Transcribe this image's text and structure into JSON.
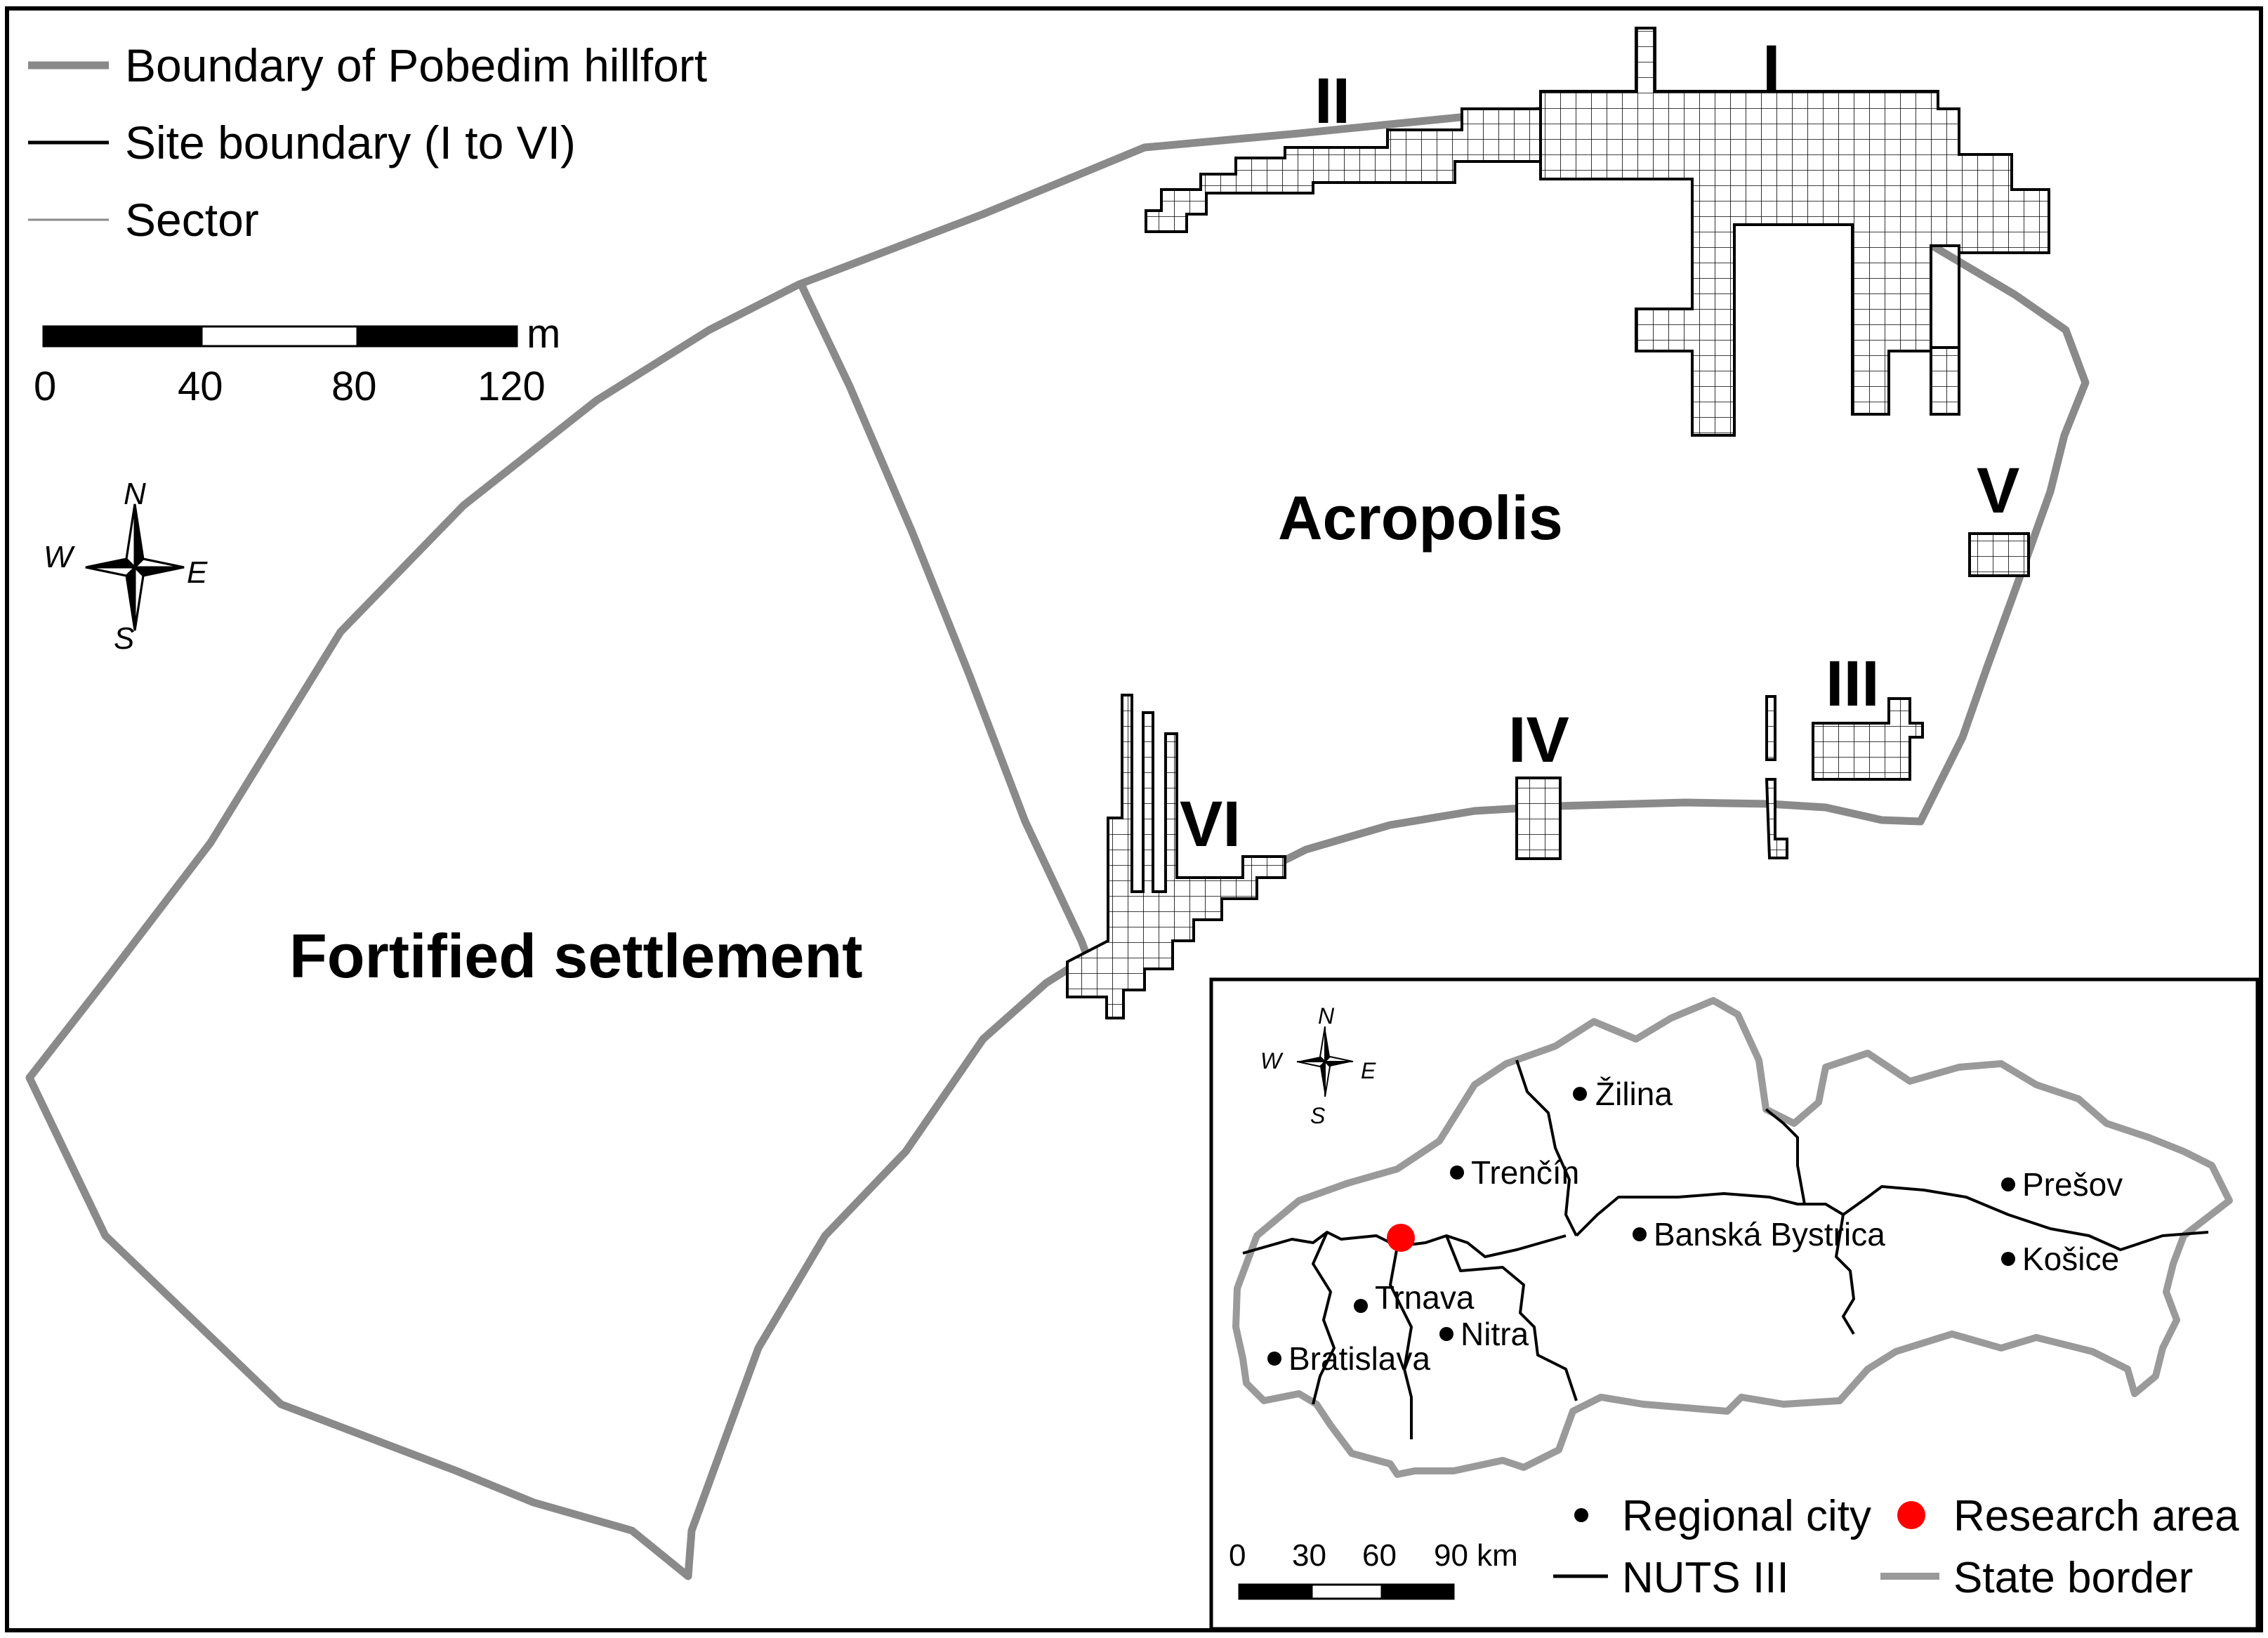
{
  "legend": {
    "hillfort_boundary": "Boundary of Pobedim hillfort",
    "site_boundary": "Site boundary (I to VI)",
    "sector": "Sector"
  },
  "scale_bar": {
    "unit": "m",
    "ticks": [
      "0",
      "40",
      "80",
      "120"
    ]
  },
  "compass": {
    "n": "N",
    "s": "S",
    "e": "E",
    "w": "W"
  },
  "areas": {
    "acropolis": "Acropolis",
    "fortified_settlement": "Fortified settlement"
  },
  "sites": {
    "I": "I",
    "II": "II",
    "III": "III",
    "IV": "IV",
    "V": "V",
    "VI": "VI"
  },
  "inset": {
    "cities": [
      "Žilina",
      "Trenčín",
      "Banská Bystrica",
      "Prešov",
      "Košice",
      "Trnava",
      "Nitra",
      "Bratislava"
    ],
    "legend": {
      "regional_city": "Regional city",
      "research_area": "Research area",
      "nuts": "NUTS III",
      "state_border": "State border"
    },
    "scale_bar": {
      "ticks": [
        "0",
        "30",
        "60",
        "90 km"
      ]
    },
    "compass": {
      "n": "N",
      "s": "S",
      "e": "E",
      "w": "W"
    }
  },
  "colors": {
    "hillfort_boundary": "#8a8a8a",
    "research_area": "#ff0000",
    "site_boundary": "#000000"
  }
}
